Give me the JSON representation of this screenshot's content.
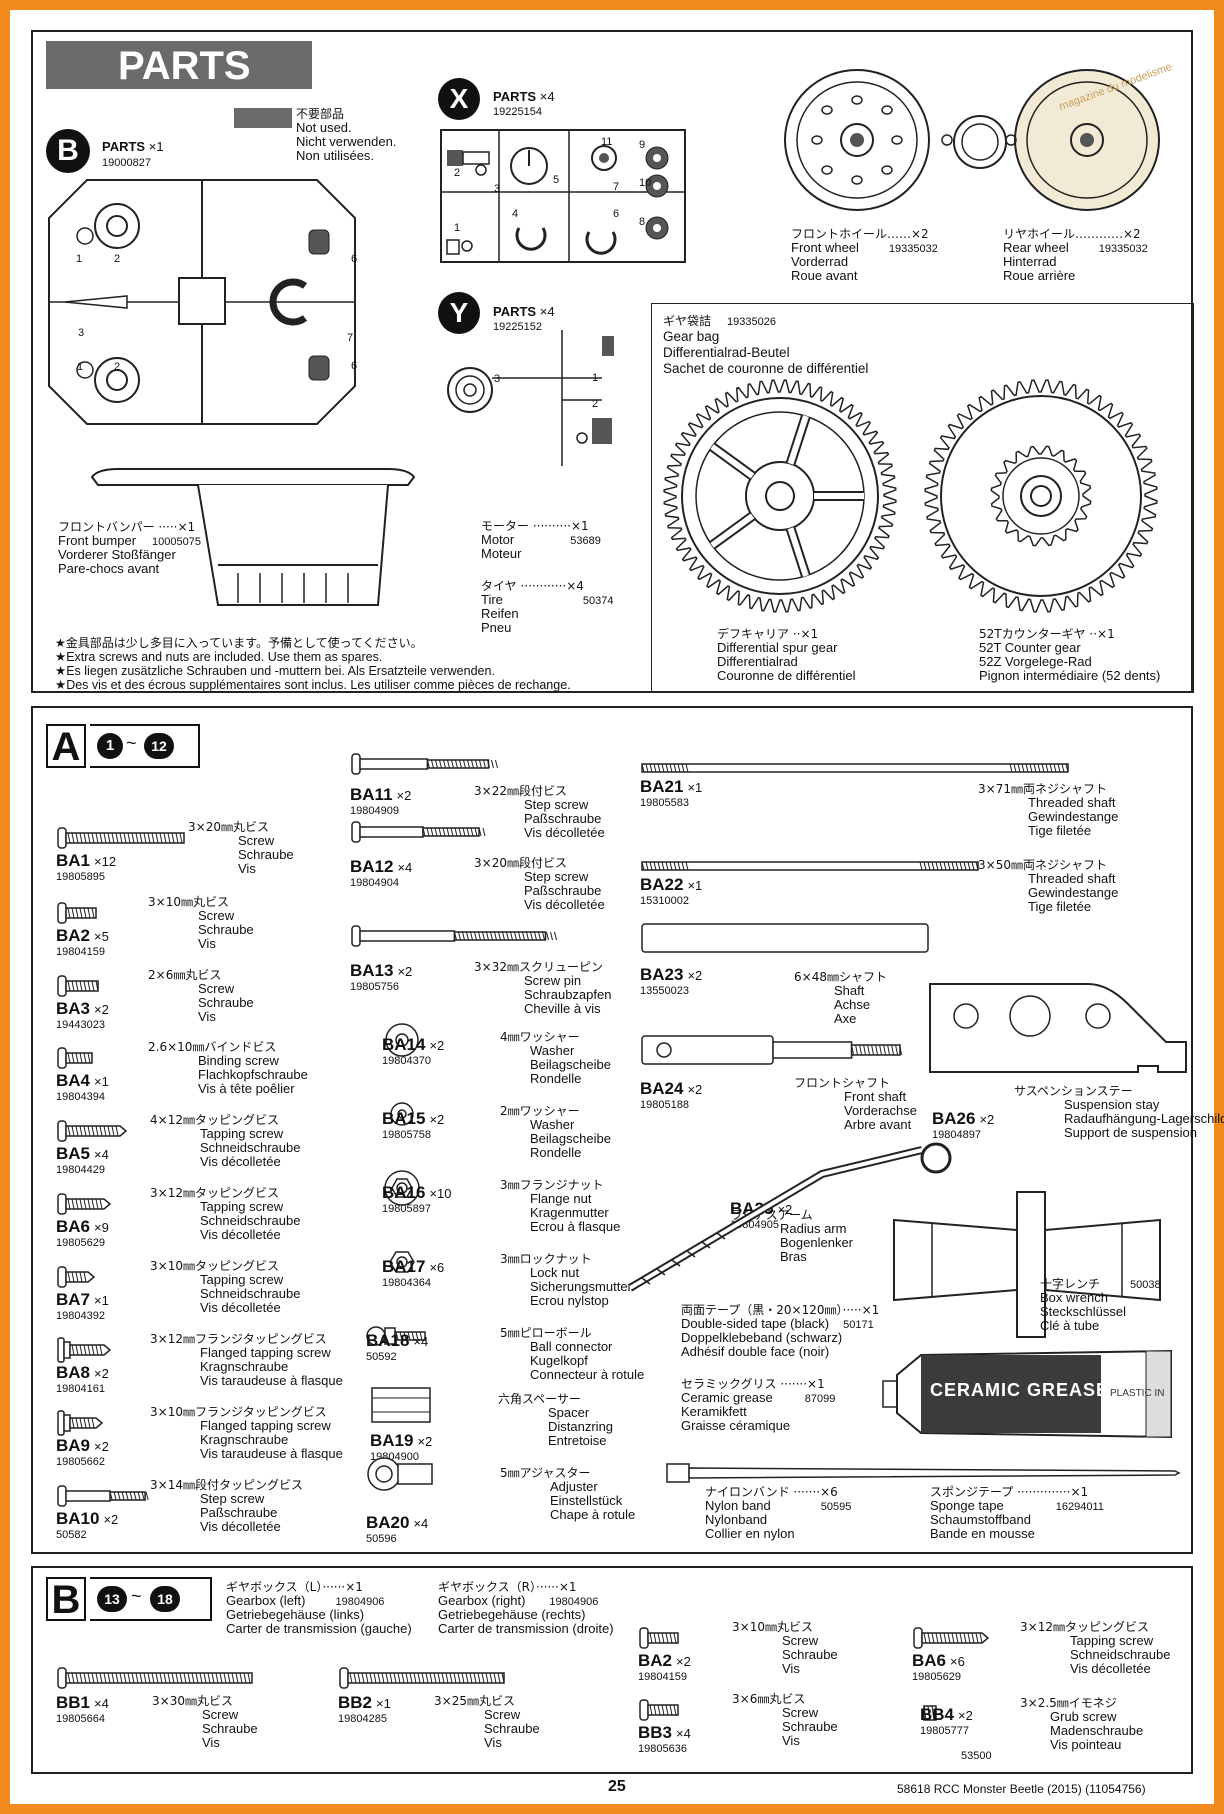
{
  "header": {
    "title": "PARTS"
  },
  "unused": {
    "jp": "不要部品",
    "en": "Not used.",
    "de": "Nicht verwenden.",
    "fr": "Non utilisées."
  },
  "treeB": {
    "letter": "B",
    "label": "PARTS",
    "qty": "×1",
    "num": "19000827",
    "nums": [
      "1",
      "2",
      "6",
      "3",
      "7",
      "1",
      "2",
      "6"
    ]
  },
  "treeX": {
    "letter": "X",
    "label": "PARTS",
    "qty": "×4",
    "num": "19225154",
    "nums": [
      "2",
      "3",
      "5",
      "11",
      "7",
      "9",
      "10",
      "8",
      "1",
      "4",
      "6"
    ]
  },
  "treeY": {
    "letter": "Y",
    "label": "PARTS",
    "qty": "×4",
    "num": "19225152",
    "nums": [
      "3",
      "1",
      "2"
    ]
  },
  "wheels": {
    "front": {
      "jp": "フロントホイール……×2",
      "en": "Front wheel",
      "num": "19335032",
      "de": "Vorderrad",
      "fr": "Roue avant"
    },
    "rear": {
      "jp": "リヤホイール…………×2",
      "en": "Rear wheel",
      "num": "19335032",
      "de": "Hinterrad",
      "fr": "Roue arrière"
    },
    "watermark": "magazine du modelisme"
  },
  "gearbag": {
    "jp": "ギヤ袋詰",
    "num": "19335026",
    "en": "Gear bag",
    "de": "Differentialrad-Beutel",
    "fr": "Sachet de couronne de différentiel",
    "diff": {
      "jp": "デフキャリア ··×1",
      "en": "Differential spur gear",
      "de": "Differentialrad",
      "fr": "Couronne de différentiel"
    },
    "counter": {
      "jp": "52Tカウンターギヤ ··×1",
      "en": "52T Counter gear",
      "de": "52Z Vorgelege-Rad",
      "fr": "Pignon intermédiaire (52 dents)"
    }
  },
  "bumper": {
    "jp": "フロントバンパー ·····×1",
    "en": "Front bumper",
    "num": "10005075",
    "de": "Vorderer Stoßfänger",
    "fr": "Pare-chocs avant"
  },
  "motor": {
    "jp": "モーター ··········×1",
    "en": "Motor",
    "num": "53689",
    "fr": "Moteur"
  },
  "tire": {
    "jp": "タイヤ ············×4",
    "en": "Tire",
    "num": "50374",
    "de": "Reifen",
    "fr": "Pneu"
  },
  "spares": [
    "★金具部品は少し多目に入っています。予備として使ってください。",
    "★Extra screws and nuts are included. Use them as spares.",
    "★Es liegen zusätzliche Schrauben und -muttern bei. Als Ersatzteile verwenden.",
    "★Des vis et des écrous supplémentaires sont inclus. Les utiliser comme pièces de rechange."
  ],
  "bagA": {
    "letter": "A",
    "start": "1",
    "sep": "~",
    "end": "12"
  },
  "bagB": {
    "letter": "B",
    "start": "13",
    "sep": "~",
    "end": "18"
  },
  "partsA": [
    {
      "code": "BA1",
      "qty": "×12",
      "num": "19805895",
      "jp": "3×20㎜丸ビス",
      "en": "Screw",
      "de": "Schraube",
      "fr": "Vis"
    },
    {
      "code": "BA2",
      "qty": "×5",
      "num": "19804159",
      "jp": "3×10㎜丸ビス",
      "en": "Screw",
      "de": "Schraube",
      "fr": "Vis"
    },
    {
      "code": "BA3",
      "qty": "×2",
      "num": "19443023",
      "jp": "2×6㎜丸ビス",
      "en": "Screw",
      "de": "Schraube",
      "fr": "Vis"
    },
    {
      "code": "BA4",
      "qty": "×1",
      "num": "19804394",
      "jp": "2.6×10㎜バインドビス",
      "en": "Binding screw",
      "de": "Flachkopfschraube",
      "fr": "Vis à tête poêlier"
    },
    {
      "code": "BA5",
      "qty": "×4",
      "num": "19804429",
      "jp": "4×12㎜タッピングビス",
      "en": "Tapping screw",
      "de": "Schneidschraube",
      "fr": "Vis décolletée"
    },
    {
      "code": "BA6",
      "qty": "×9",
      "num": "19805629",
      "jp": "3×12㎜タッピングビス",
      "en": "Tapping screw",
      "de": "Schneidschraube",
      "fr": "Vis décolletée"
    },
    {
      "code": "BA7",
      "qty": "×1",
      "num": "19804392",
      "jp": "3×10㎜タッピングビス",
      "en": "Tapping screw",
      "de": "Schneidschraube",
      "fr": "Vis décolletée"
    },
    {
      "code": "BA8",
      "qty": "×2",
      "num": "19804161",
      "jp": "3×12㎜フランジタッピングビス",
      "en": "Flanged tapping screw",
      "de": "Kragnschraube",
      "fr": "Vis taraudeuse à flasque"
    },
    {
      "code": "BA9",
      "qty": "×2",
      "num": "19805662",
      "jp": "3×10㎜フランジタッピングビス",
      "en": "Flanged tapping screw",
      "de": "Kragnschraube",
      "fr": "Vis taraudeuse à flasque"
    },
    {
      "code": "BA10",
      "qty": "×2",
      "num": "50582",
      "jp": "3×14㎜段付タッピングビス",
      "en": "Step screw",
      "de": "Paßschraube",
      "fr": "Vis décolletée"
    }
  ],
  "partsA2": [
    {
      "code": "BA11",
      "qty": "×2",
      "num": "19804909",
      "jp": "3×22㎜段付ビス",
      "en": "Step screw",
      "de": "Paßschraube",
      "fr": "Vis décolletée"
    },
    {
      "code": "BA12",
      "qty": "×4",
      "num": "19804904",
      "jp": "3×20㎜段付ビス",
      "en": "Step screw",
      "de": "Paßschraube",
      "fr": "Vis décolletée"
    },
    {
      "code": "BA13",
      "qty": "×2",
      "num": "19805756",
      "jp": "3×32㎜スクリューピン",
      "en": "Screw pin",
      "de": "Schraubzapfen",
      "fr": "Cheville à vis"
    },
    {
      "code": "BA14",
      "qty": "×2",
      "num": "19804370",
      "jp": "4㎜ワッシャー",
      "en": "Washer",
      "de": "Beilagscheibe",
      "fr": "Rondelle"
    },
    {
      "code": "BA15",
      "qty": "×2",
      "num": "19805758",
      "jp": "2㎜ワッシャー",
      "en": "Washer",
      "de": "Beilagscheibe",
      "fr": "Rondelle"
    },
    {
      "code": "BA16",
      "qty": "×10",
      "num": "19805897",
      "jp": "3㎜フランジナット",
      "en": "Flange nut",
      "de": "Kragenmutter",
      "fr": "Ecrou à flasque"
    },
    {
      "code": "BA17",
      "qty": "×6",
      "num": "19804364",
      "jp": "3㎜ロックナット",
      "en": "Lock nut",
      "de": "Sicherungsmutter",
      "fr": "Ecrou nylstop"
    },
    {
      "code": "BA18",
      "qty": "×4",
      "num": "50592",
      "jp": "5㎜ピローボール",
      "en": "Ball connector",
      "de": "Kugelkopf",
      "fr": "Connecteur à rotule"
    },
    {
      "code": "BA19",
      "qty": "×2",
      "num": "19804900",
      "jp": "六角スペーサー",
      "en": "Spacer",
      "de": "Distanzring",
      "fr": "Entretoise"
    },
    {
      "code": "BA20",
      "qty": "×4",
      "num": "50596",
      "jp": "5㎜アジャスター",
      "en": "Adjuster",
      "de": "Einstellstück",
      "fr": "Chape à rotule"
    }
  ],
  "partsA3": [
    {
      "code": "BA21",
      "qty": "×1",
      "num": "19805583",
      "jp": "3×71㎜両ネジシャフト",
      "en": "Threaded shaft",
      "de": "Gewindestange",
      "fr": "Tige filetée"
    },
    {
      "code": "BA22",
      "qty": "×1",
      "num": "15310002",
      "jp": "3×50㎜両ネジシャフト",
      "en": "Threaded shaft",
      "de": "Gewindestange",
      "fr": "Tige filetée"
    },
    {
      "code": "BA23",
      "qty": "×2",
      "num": "13550023",
      "jp": "6×48㎜シャフト",
      "en": "Shaft",
      "de": "Achse",
      "fr": "Axe"
    },
    {
      "code": "BA24",
      "qty": "×2",
      "num": "19805188",
      "jp": "フロントシャフト",
      "en": "Front shaft",
      "de": "Vorderachse",
      "fr": "Arbre avant"
    },
    {
      "code": "BA25",
      "qty": "×2",
      "num": "19804905",
      "jp": "ラジアスアーム",
      "en": "Radius arm",
      "de": "Bogenlenker",
      "fr": "Bras"
    },
    {
      "code": "BA26",
      "qty": "×2",
      "num": "19804897",
      "jp": "サスペンションステー",
      "en": "Suspension stay",
      "de": "Radaufhängung-Lagerschild",
      "fr": "Support de suspension"
    }
  ],
  "misc": {
    "wrench": {
      "jp": "十字レンチ",
      "num": "50038",
      "en": "Box wrench",
      "de": "Steckschlüssel",
      "fr": "Clé à tube"
    },
    "tape": {
      "jp": "両面テープ（黒・20×120㎜）·····×1",
      "en": "Double-sided tape (black)",
      "num": "50171",
      "de": "Doppelklebeband (schwarz)",
      "fr": "Adhésif double face (noir)"
    },
    "grease": {
      "jp": "セラミックグリス ·······×1",
      "en": "Ceramic grease",
      "num": "87099",
      "de": "Keramikfett",
      "fr": "Graisse céramique",
      "tube_text": "CERAMIC GREASE",
      "tube_small": "PLASTIC IN"
    },
    "nylon": {
      "jp": "ナイロンバンド ·······×6",
      "en": "Nylon band",
      "num": "50595",
      "de": "Nylonband",
      "fr": "Collier en nylon"
    },
    "sponge": {
      "jp": "スポンジテープ ··············×1",
      "en": "Sponge tape",
      "num": "16294011",
      "de": "Schaumstoffband",
      "fr": "Bande en mousse"
    }
  },
  "gearboxL": {
    "jp": "ギヤボックス（L）······×1",
    "en": "Gearbox (left)",
    "num": "19804906",
    "de": "Getriebegehäuse (links)",
    "fr": "Carter de transmission (gauche)"
  },
  "gearboxR": {
    "jp": "ギヤボックス（R）······×1",
    "en": "Gearbox (right)",
    "num": "19804906",
    "de": "Getriebegehäuse (rechts)",
    "fr": "Carter de transmission (droite)"
  },
  "partsB": [
    {
      "code": "BB1",
      "qty": "×4",
      "num": "19805664",
      "jp": "3×30㎜丸ビス",
      "en": "Screw",
      "de": "Schraube",
      "fr": "Vis"
    },
    {
      "code": "BB2",
      "qty": "×1",
      "num": "19804285",
      "jp": "3×25㎜丸ビス",
      "en": "Screw",
      "de": "Schraube",
      "fr": "Vis"
    },
    {
      "code": "BA2",
      "qty": "×2",
      "num": "19804159",
      "jp": "3×10㎜丸ビス",
      "en": "Screw",
      "de": "Schraube",
      "fr": "Vis"
    },
    {
      "code": "BB3",
      "qty": "×4",
      "num": "19805636",
      "jp": "3×6㎜丸ビス",
      "en": "Screw",
      "de": "Schraube",
      "fr": "Vis"
    },
    {
      "code": "BA6",
      "qty": "×6",
      "num": "19805629",
      "jp": "3×12㎜タッピングビス",
      "en": "Tapping screw",
      "de": "Schneidschraube",
      "fr": "Vis décolletée"
    },
    {
      "code": "BB4",
      "qty": "×2",
      "num": "19805777",
      "num2": "53500",
      "jp": "3×2.5㎜イモネジ",
      "en": "Grub screw",
      "de": "Madenschraube",
      "fr": "Vis pointeau"
    }
  ],
  "footer": {
    "page": "25",
    "model": "58618 RCC Monster Beetle (2015) (11054756)"
  }
}
